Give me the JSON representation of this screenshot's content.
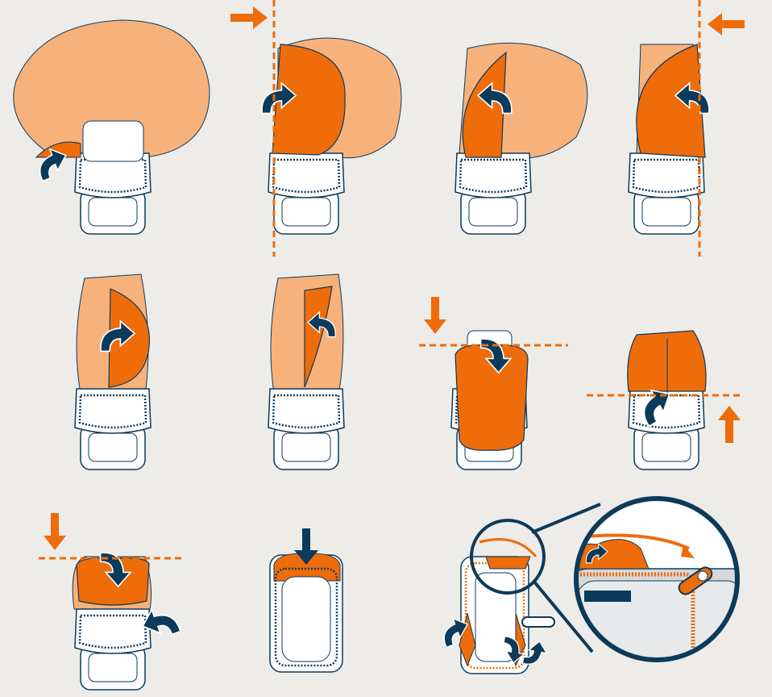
{
  "colors": {
    "background": "#eeece9",
    "orange_dark": "#ee6c0a",
    "orange_light": "#f7b27c",
    "navy": "#0c3a5b",
    "white": "#ffffff"
  },
  "steps": [
    {
      "id": 1,
      "arrow": "fold-up-left-corner"
    },
    {
      "id": 2,
      "arrow": "fold-left-side-in",
      "guide": "vertical-left"
    },
    {
      "id": 3,
      "arrow": "fold-left-back"
    },
    {
      "id": 4,
      "arrow": "fold-right-side-in",
      "guide": "vertical-right"
    },
    {
      "id": 5,
      "arrow": "fold-right-over"
    },
    {
      "id": 6,
      "arrow": "fold-right-back"
    },
    {
      "id": 7,
      "arrow": "fold-top-down",
      "guide": "horizontal-top"
    },
    {
      "id": 8,
      "arrow": "fold-bottom-up",
      "guide": "horizontal-bottom"
    },
    {
      "id": 9,
      "arrow": "fold-down-and-tuck",
      "guide": "horizontal-top"
    },
    {
      "id": 10,
      "arrow": "press-down"
    },
    {
      "id": 11,
      "arrow": "zip-closed",
      "detail": "magnified-zipper"
    }
  ]
}
